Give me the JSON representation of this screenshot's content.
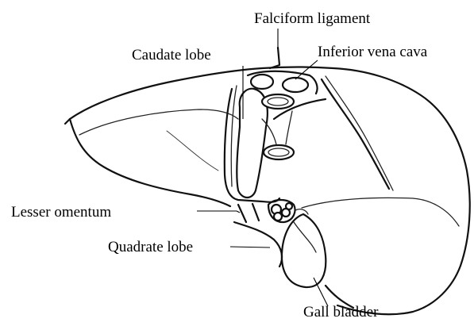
{
  "labels": {
    "falciform_ligament": "Falciform ligament",
    "caudate_lobe": "Caudate lobe",
    "inferior_vena_cava": "Inferior vena cava",
    "lesser_omentum": "Lesser omentum",
    "quadrate_lobe": "Quadrate lobe",
    "gall_bladder": "Gall bladder"
  },
  "colors": {
    "line": "#111111",
    "background": "#ffffff",
    "text": "#000000"
  }
}
